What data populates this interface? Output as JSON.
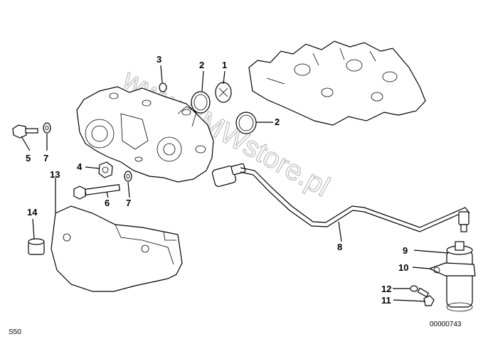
{
  "callouts": {
    "p1": "1",
    "p2a": "2",
    "p2b": "2",
    "p3": "3",
    "p4": "4",
    "p5": "5",
    "p6": "6",
    "p7a": "7",
    "p7b": "7",
    "p8": "8",
    "p9": "9",
    "p10": "10",
    "p11": "11",
    "p12": "12",
    "p13": "13",
    "p14": "14"
  },
  "corner_left": "S50",
  "corner_right": "00000743",
  "watermark": "www.BMWstore.pl"
}
